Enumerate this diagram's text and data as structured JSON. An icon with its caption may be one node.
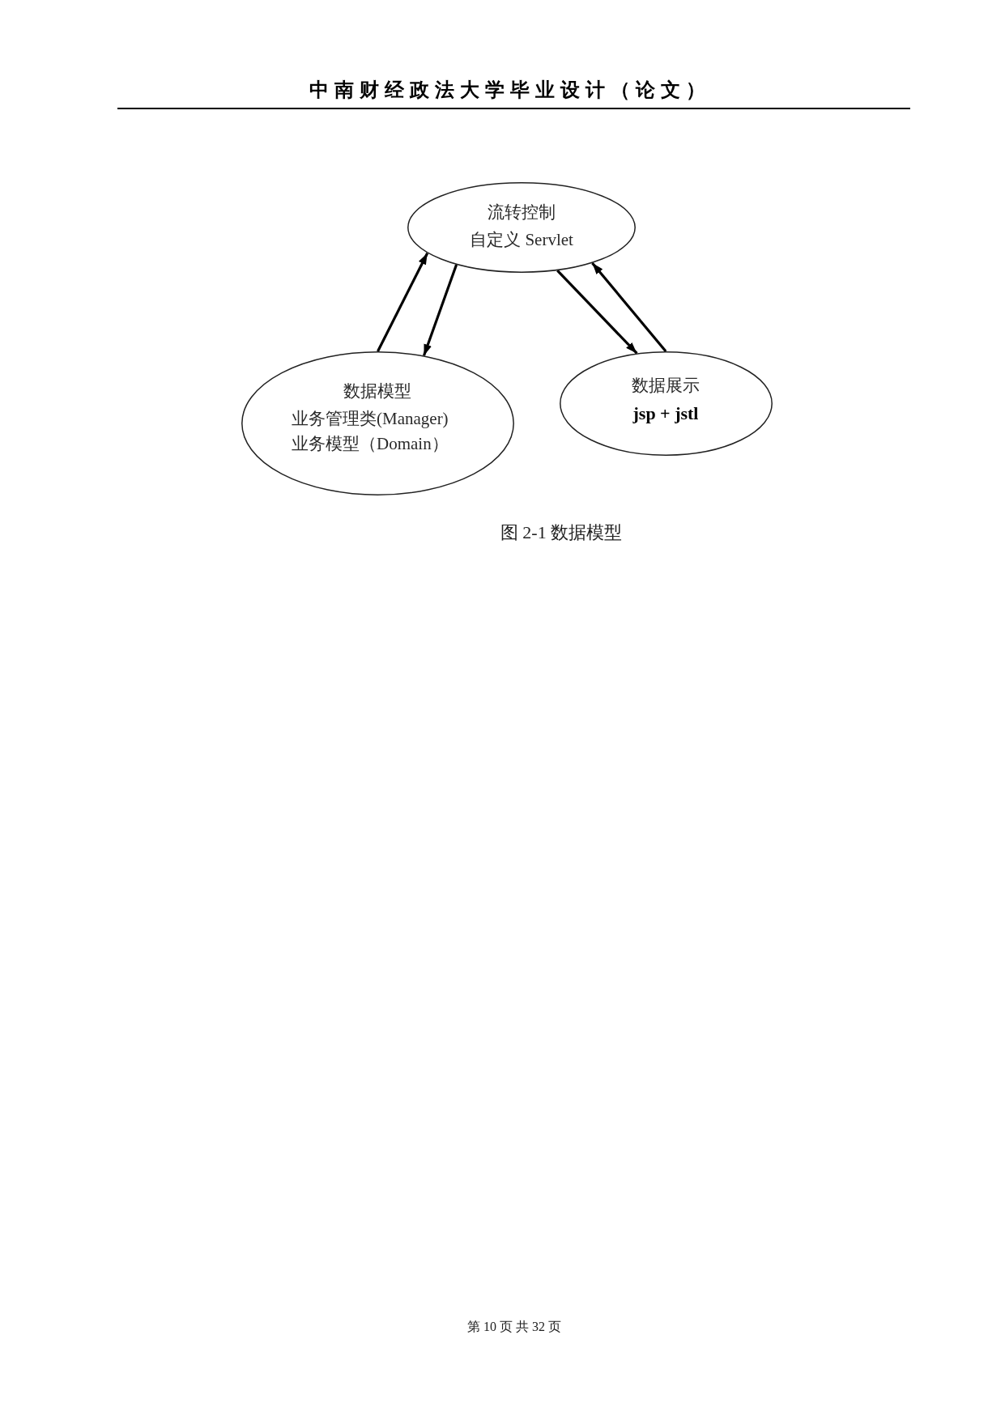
{
  "diagram": {
    "caption": "图 2-1 数据模型",
    "nodes": [
      {
        "text": [
          "流转控制",
          "自定义 Servlet"
        ]
      },
      {
        "text": [
          "数据模型",
          "业务管理类(Manager)",
          "业务模型（Domain）"
        ]
      },
      {
        "text": [
          "数据展示",
          "jsp + jstl"
        ]
      }
    ],
    "edges": [
      {
        "from": 1,
        "to": 0,
        "arrow": "to"
      },
      {
        "from": 0,
        "to": 1,
        "arrow": "to"
      },
      {
        "from": 0,
        "to": 2,
        "arrow": "to"
      },
      {
        "from": 2,
        "to": 0,
        "arrow": "to"
      }
    ],
    "labels": [
      "中南财经政法大学毕业设计（论文）",
      "第 10 页 共 32 页"
    ]
  }
}
